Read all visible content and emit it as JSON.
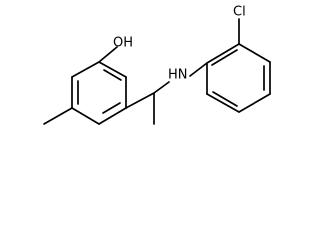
{
  "molecule": {
    "atom_labels": {
      "hydroxyl": "OH",
      "amine": "HN",
      "chlorine": "Cl"
    },
    "colors": {
      "bond": "#000000",
      "label": "#000000",
      "background": "#ffffff"
    }
  }
}
